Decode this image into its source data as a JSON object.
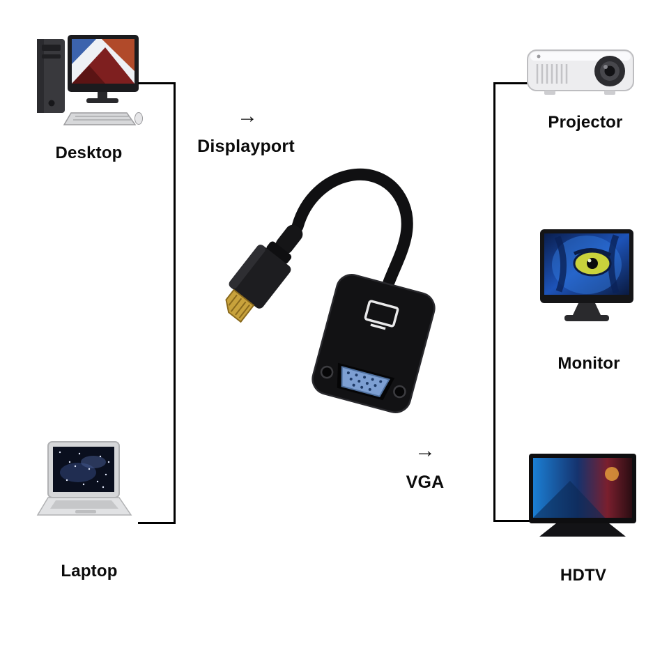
{
  "diagram": {
    "title_hint": "DisplayPort to VGA adapter connectivity diagram",
    "sources": [
      {
        "id": "desktop",
        "label": "Desktop"
      },
      {
        "id": "laptop",
        "label": "Laptop"
      }
    ],
    "adapter": {
      "input": {
        "arrow": "→",
        "label": "Displayport"
      },
      "output": {
        "arrow": "→",
        "label": "VGA"
      }
    },
    "outputs": [
      {
        "id": "projector",
        "label": "Projector"
      },
      {
        "id": "monitor",
        "label": "Monitor"
      },
      {
        "id": "hdtv",
        "label": "HDTV"
      }
    ],
    "colors": {
      "background": "#ffffff",
      "line": "#000000",
      "label_text": "#0b0b0b",
      "adapter_body": "#121214",
      "vga_port_blue": "#7d9fd2",
      "gold_connector": "#c8a23c"
    }
  }
}
